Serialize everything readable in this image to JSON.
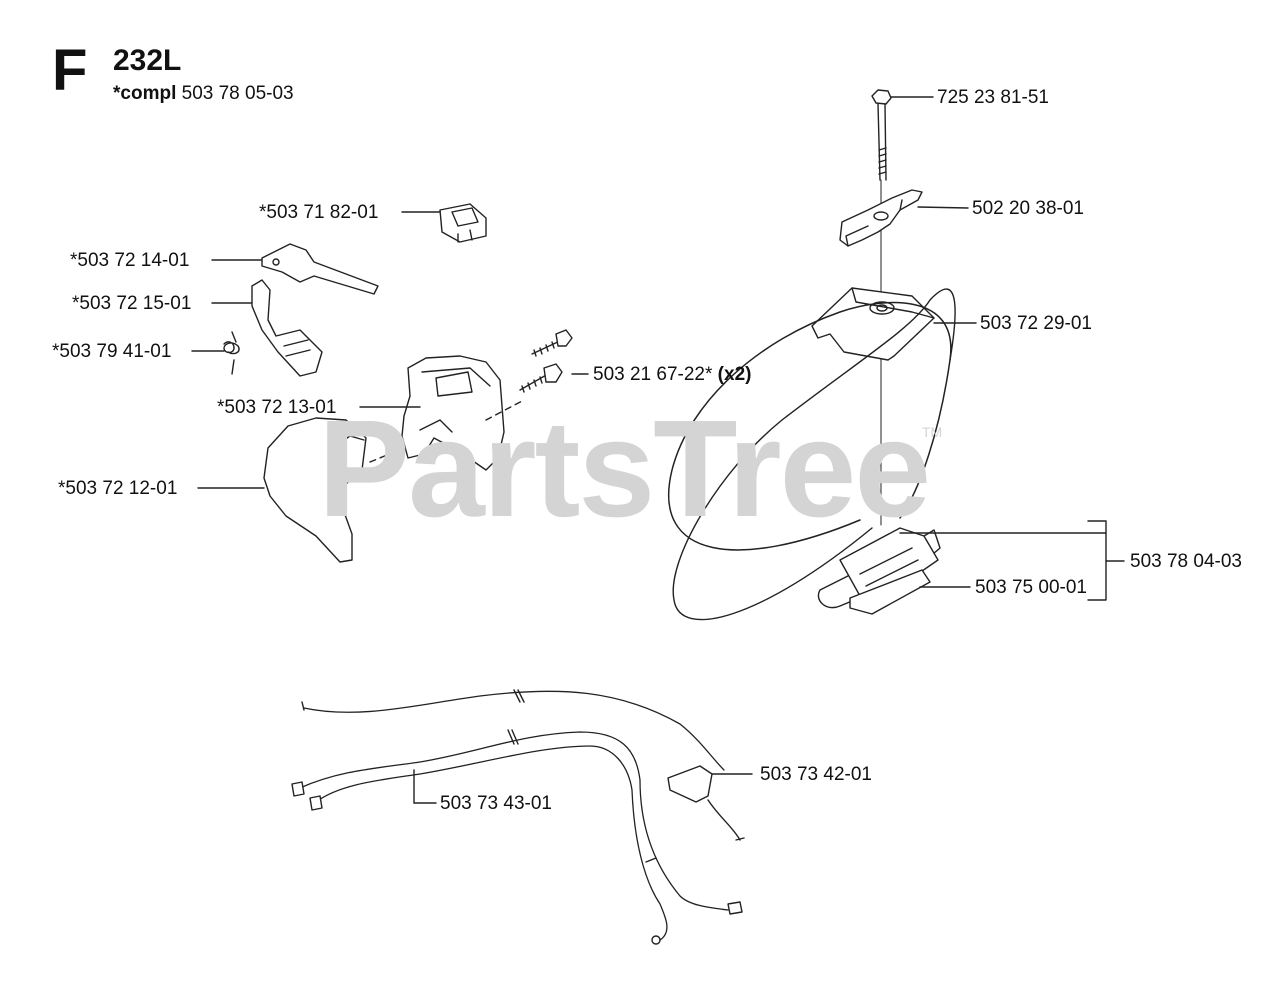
{
  "header": {
    "letter": "F",
    "model": "232L",
    "compl_prefix": "*compl",
    "compl_number": "503 78 05-03"
  },
  "watermark": {
    "text": "PartsTree",
    "tm": "TM"
  },
  "callouts": {
    "bolt_top": "725 23 81-51",
    "knob": "502 20 38-01",
    "clamp_cap": "503 72 29-01",
    "handle_assembly": "503 78 04-03",
    "handle_clamp": "503 75 00-01",
    "switch": "*503 71 82-01",
    "throttle_lever": "*503 72 14-01",
    "lockout_lever": "*503 72 15-01",
    "spring": "*503 79 41-01",
    "screws": "503 21 67-22*",
    "screws_qty": "(x2)",
    "housing_half": "*503 72 13-01",
    "housing_cover": "*503 72 12-01",
    "throttle_cable": "503 73 42-01",
    "wire_harness": "503 73 43-01"
  }
}
